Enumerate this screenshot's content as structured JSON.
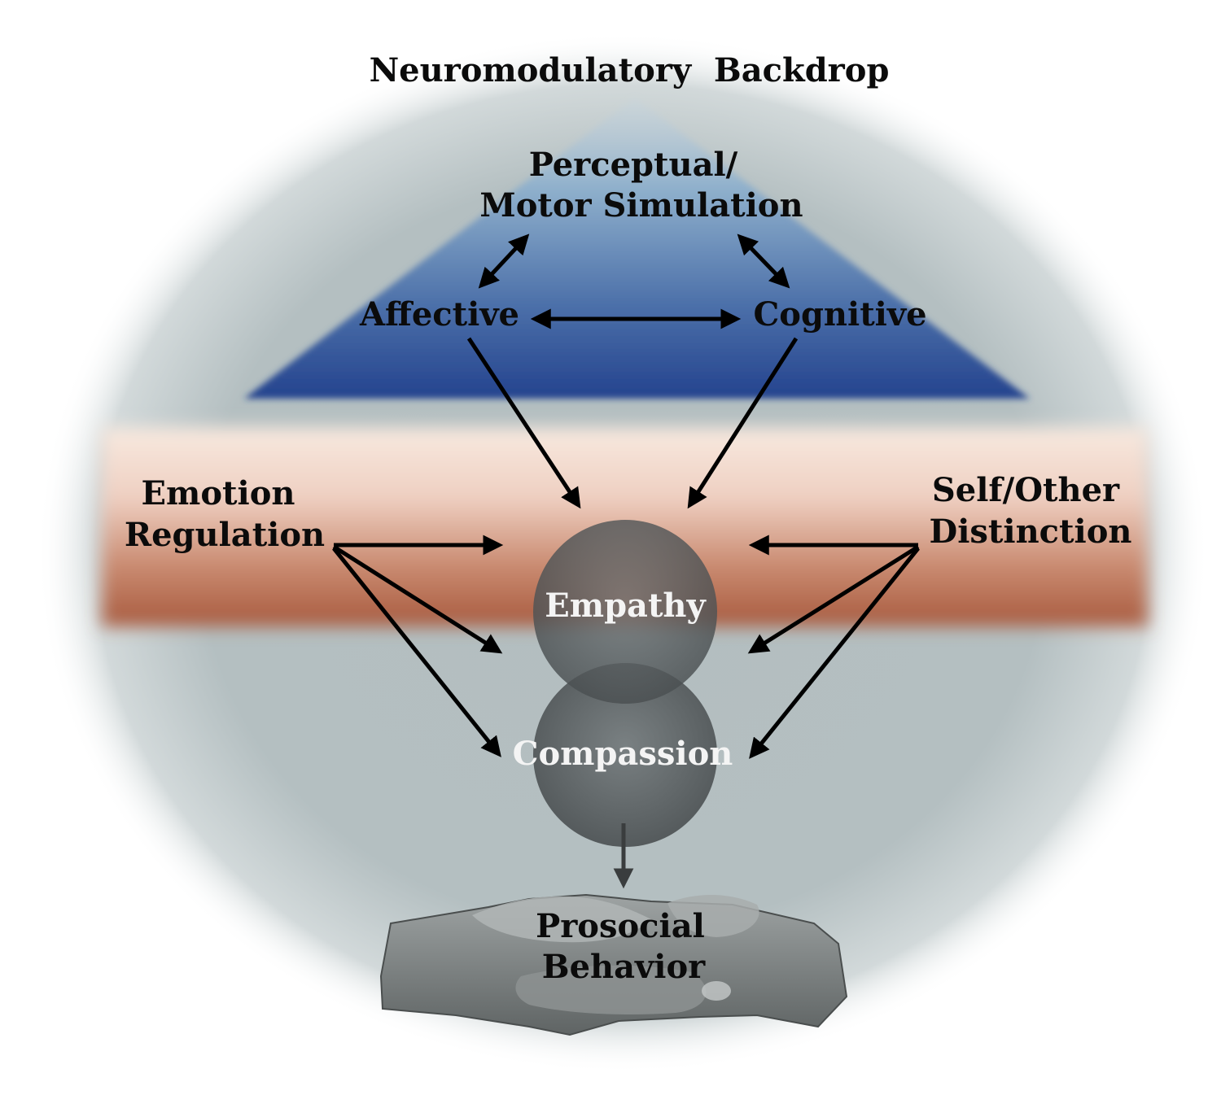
{
  "diagram": {
    "title": "Neuromodulatory  Backdrop",
    "nodes": {
      "perceptual_line1": "Perceptual/",
      "perceptual_line2": "Motor Simulation",
      "affective": "Affective",
      "cognitive": "Cognitive",
      "emotion_line1": "Emotion",
      "emotion_line2": "Regulation",
      "selfother_line1": "Self/Other",
      "selfother_line2": "Distinction",
      "empathy": "Empathy",
      "compassion": "Compassion",
      "prosocial_line1": "Prosocial",
      "prosocial_line2": "Behavior"
    },
    "edges": [
      {
        "from": "Perceptual/Motor Simulation",
        "to": "Affective",
        "direction": "both"
      },
      {
        "from": "Perceptual/Motor Simulation",
        "to": "Cognitive",
        "direction": "both"
      },
      {
        "from": "Affective",
        "to": "Cognitive",
        "direction": "both"
      },
      {
        "from": "Affective",
        "to": "Empathy",
        "direction": "forward"
      },
      {
        "from": "Cognitive",
        "to": "Empathy",
        "direction": "forward"
      },
      {
        "from": "Emotion Regulation",
        "to": "Empathy",
        "direction": "forward"
      },
      {
        "from": "Emotion Regulation",
        "to": "Empathy / Compassion",
        "direction": "forward"
      },
      {
        "from": "Emotion Regulation",
        "to": "Compassion",
        "direction": "forward"
      },
      {
        "from": "Self/Other Distinction",
        "to": "Empathy",
        "direction": "forward"
      },
      {
        "from": "Self/Other Distinction",
        "to": "Empathy / Compassion",
        "direction": "forward"
      },
      {
        "from": "Self/Other Distinction",
        "to": "Compassion",
        "direction": "forward"
      },
      {
        "from": "Compassion",
        "to": "Prosocial Behavior",
        "direction": "forward"
      }
    ],
    "colors": {
      "backdrop": "#b3bec0",
      "triangle_top": "#c4d6e4",
      "triangle_bottom": "#24438e",
      "band_top": "#f8eae0",
      "band_bottom": "#a85a3e",
      "circle": "#555a5c",
      "arrow": "#000000"
    }
  }
}
